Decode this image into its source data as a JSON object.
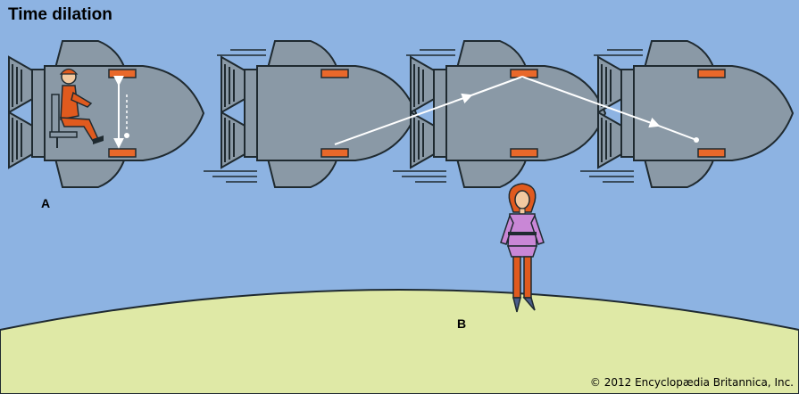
{
  "title": "Time dilation",
  "labels": {
    "a": "A",
    "b": "B"
  },
  "credit": "© 2012 Encyclopædia Britannica, Inc.",
  "colors": {
    "sky": "#8db3e2",
    "ground": "#dfe9a6",
    "rocket_body": "#8a99a6",
    "outline": "#1f2a30",
    "mirror": "#e9682a",
    "light_path": "#ffffff",
    "astronaut": "#e05a1e",
    "observer_top": "#c987d6",
    "observer_legs": "#e05a1e"
  },
  "icons": [
    "rocket-icon",
    "astronaut-icon",
    "observer-icon",
    "mirror-icon",
    "light-ray-icon"
  ]
}
